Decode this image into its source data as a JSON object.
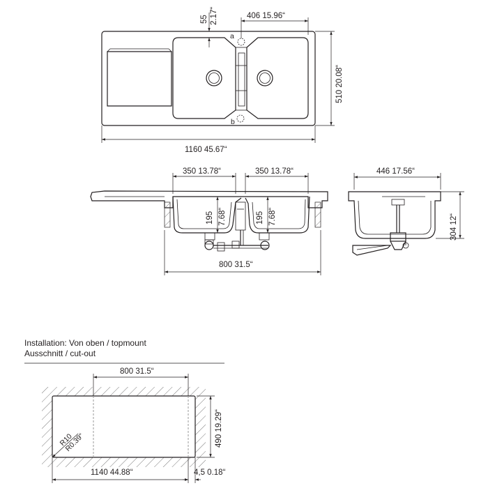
{
  "top_view": {
    "width_label": "1160  45.67“",
    "height_label": "510  20.08“",
    "bowl_width_label": "406  15.96“",
    "offset_mm": "55",
    "offset_in": "2.17“",
    "marker_a": "a",
    "marker_b": "b"
  },
  "side_view": {
    "bowl_left_label": "350  13.78“",
    "bowl_right_label": "350  13.78“",
    "depth_left_mm": "195",
    "depth_left_in": "7.68“",
    "depth_right_mm": "195",
    "depth_right_in": "7.68“",
    "overall_label": "800  31.5“"
  },
  "end_view": {
    "width_label": "446  17.56“",
    "height_label": "304  12“"
  },
  "installation": {
    "line1": "Installation: Von oben / topmount",
    "line2": "Ausschnitt / cut-out"
  },
  "cutout": {
    "inner_width_label": "800  31.5“",
    "height_label": "490  19.29“",
    "width_label": "1140  44.88“",
    "radius_mm": "R10",
    "radius_in": "R0.39“",
    "margin_label": "4,5  0.18“"
  }
}
